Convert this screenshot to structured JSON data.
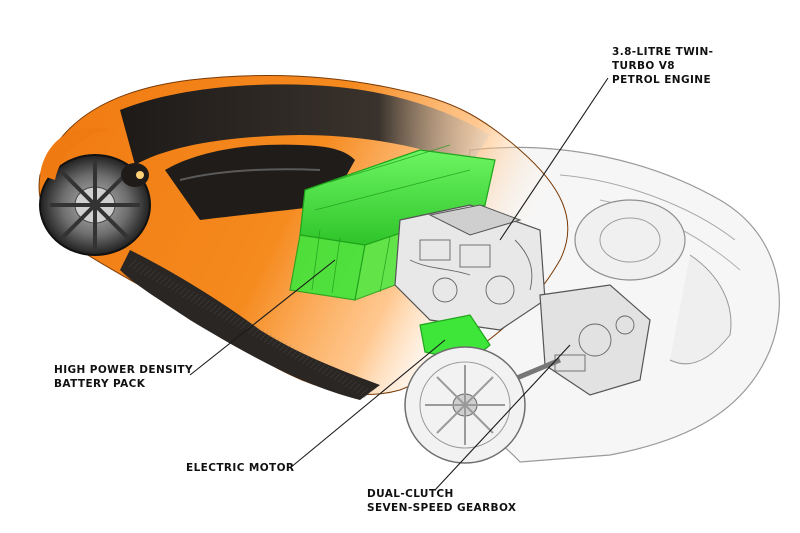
{
  "colors": {
    "body_orange": "#f07a12",
    "body_orange_light": "#ffb060",
    "battery_green": "#3ee63a",
    "battery_green_dark": "#1fa51c",
    "carbon_dark": "#2a2623",
    "ghost_outline": "#9a9a9a",
    "leader_line": "#1a1a1a",
    "label_text": "#111111"
  },
  "icons": [
    "car-cutaway-illustration"
  ],
  "callouts": {
    "engine": {
      "line1": "3.8-LITRE TWIN-",
      "line2": "TURBO V8",
      "line3": "PETROL ENGINE"
    },
    "battery": {
      "line1": "HIGH POWER DENSITY",
      "line2": "BATTERY PACK"
    },
    "motor": {
      "line1": "ELECTRIC MOTOR"
    },
    "gearbox": {
      "line1": "DUAL-CLUTCH",
      "line2": "SEVEN-SPEED GEARBOX"
    }
  }
}
